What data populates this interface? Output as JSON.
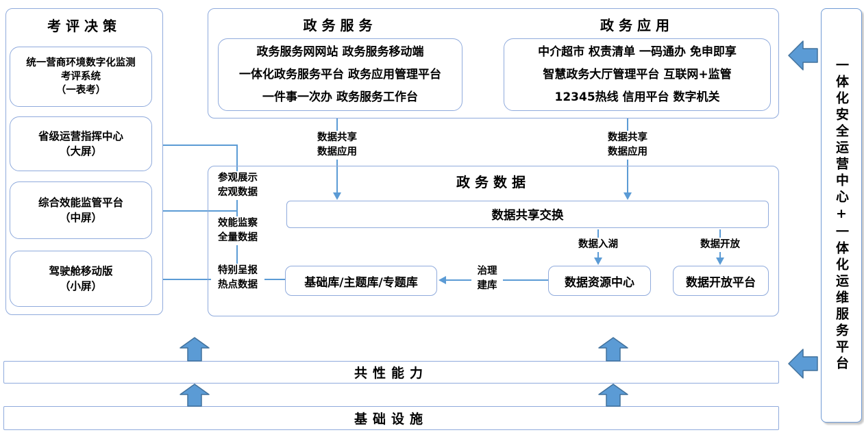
{
  "left_panel": {
    "title": "考评决策",
    "boxes": [
      {
        "lines": [
          "统一营商环境数字化监测",
          "考评系统",
          "（一表考）"
        ]
      },
      {
        "lines": [
          "省级运营指挥中心",
          "（大屏）"
        ]
      },
      {
        "lines": [
          "综合效能监管平台",
          "（中屏）"
        ]
      },
      {
        "lines": [
          "驾驶舱移动版",
          "（小屏）"
        ]
      }
    ]
  },
  "top_panel": {
    "services": {
      "title": "政务服务",
      "lines": [
        "政务服务网网站 政务服务移动端",
        "一体化政务服务平台 政务应用管理平台",
        "一件事一次办 政务服务工作台"
      ]
    },
    "applications": {
      "title": "政务应用",
      "lines": [
        "中介超市 权责清单 一码通办 免申即享",
        "智慧政务大厅管理平台 互联网+监管",
        "12345热线 信用平台 数字机关"
      ]
    }
  },
  "data_panel": {
    "title": "政务数据",
    "exchange_bar": "数据共享交换",
    "base_box": "基础库/主题库/专题库",
    "resource_box": "数据资源中心",
    "open_box": "数据开放平台"
  },
  "flow_labels": {
    "share_left": {
      "line1": "数据共享",
      "line2": "数据应用"
    },
    "share_right": {
      "line1": "数据共享",
      "line2": "数据应用"
    },
    "visit": {
      "line1": "参观展示",
      "line2": "宏观数据"
    },
    "efficiency": {
      "line1": "效能监察",
      "line2": "全量数据"
    },
    "special": {
      "line1": "特别呈报",
      "line2": "热点数据"
    },
    "lake": "数据入湖",
    "open": "数据开放",
    "govern": {
      "line1": "治理",
      "line2": "建库"
    }
  },
  "bottom": {
    "capability_bar": "共性能力",
    "infrastructure_bar": "基础设施"
  },
  "right_panel": {
    "text": "一体化安全运营中心+一体化运维服务平台"
  },
  "colors": {
    "box_border": "#8FAADC",
    "connector_blue": "#5B9BD5",
    "fat_arrow_fill": "#5B9BD5",
    "fat_arrow_stroke": "#41719C",
    "text": "#000000"
  }
}
